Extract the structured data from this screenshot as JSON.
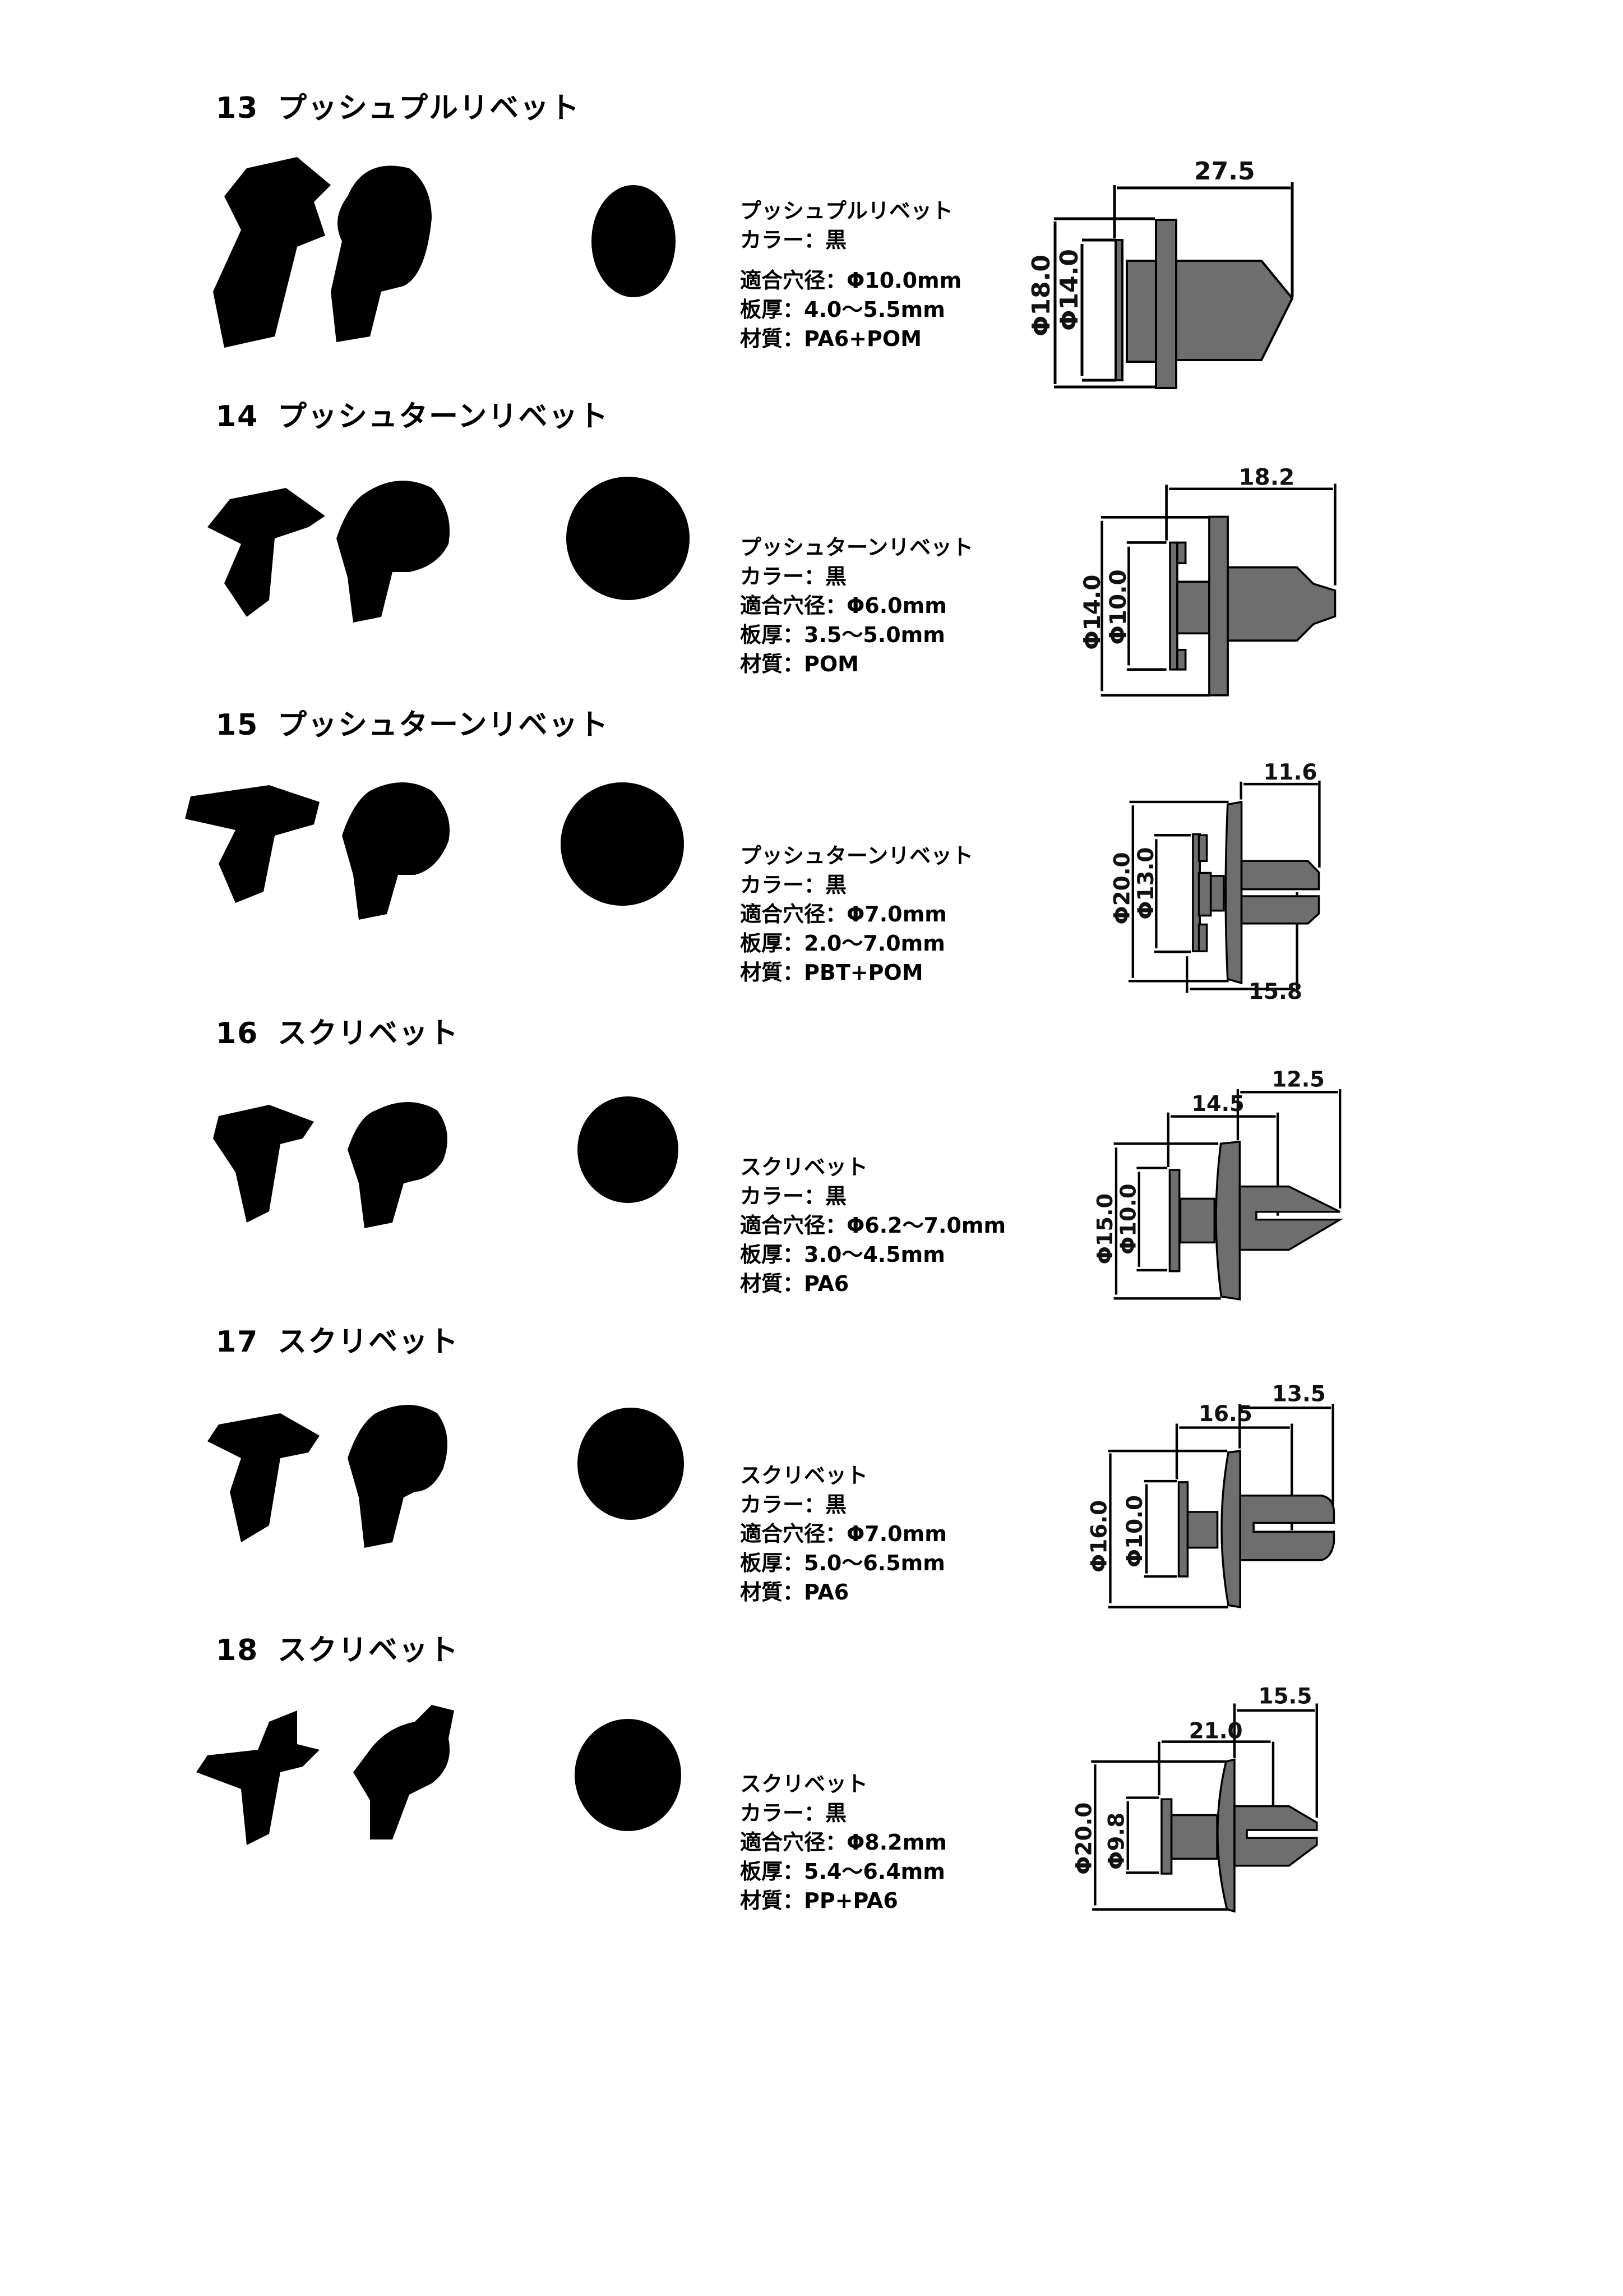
{
  "page": {
    "sections": [
      {
        "number": "13",
        "title": "プッシュプルリベット",
        "spec": {
          "name": "プッシュプルリベット",
          "color": "カラー：黒",
          "hole": "適合穴径：Φ10.0mm",
          "thickness": "板厚：4.0〜5.5mm",
          "material": "材質：PA6+POM"
        },
        "drawing": {
          "outer_dia": "Φ18.0",
          "inner_dia": "Φ14.0",
          "len_a": "27.5",
          "len_b": ""
        }
      },
      {
        "number": "14",
        "title": "プッシュターンリベット",
        "spec": {
          "name": "プッシュターンリベット",
          "color": "カラー：黒",
          "hole": "適合穴径：Φ6.0mm",
          "thickness": "板厚：3.5〜5.0mm",
          "material": "材質：POM"
        },
        "drawing": {
          "outer_dia": "Φ14.0",
          "inner_dia": "Φ10.0",
          "len_a": "18.2",
          "len_b": ""
        }
      },
      {
        "number": "15",
        "title": "プッシュターンリベット",
        "spec": {
          "name": "プッシュターンリベット",
          "color": "カラー：黒",
          "hole": "適合穴径：Φ7.0mm",
          "thickness": "板厚：2.0〜7.0mm",
          "material": "材質：PBT+POM"
        },
        "drawing": {
          "outer_dia": "Φ20.0",
          "inner_dia": "Φ13.0",
          "len_a": "11.6",
          "len_b": "15.8"
        }
      },
      {
        "number": "16",
        "title": "スクリベット",
        "spec": {
          "name": "スクリベット",
          "color": "カラー：黒",
          "hole": "適合穴径：Φ6.2〜7.0mm",
          "thickness": "板厚：3.0〜4.5mm",
          "material": "材質：PA6"
        },
        "drawing": {
          "outer_dia": "Φ15.0",
          "inner_dia": "Φ10.0",
          "len_a": "12.5",
          "len_b": "14.5"
        }
      },
      {
        "number": "17",
        "title": "スクリベット",
        "spec": {
          "name": "スクリベット",
          "color": "カラー：黒",
          "hole": "適合穴径：Φ7.0mm",
          "thickness": "板厚：5.0〜6.5mm",
          "material": "材質：PA6"
        },
        "drawing": {
          "outer_dia": "Φ16.0",
          "inner_dia": "Φ10.0",
          "len_a": "13.5",
          "len_b": "16.5"
        }
      },
      {
        "number": "18",
        "title": "スクリベット",
        "spec": {
          "name": "スクリベット",
          "color": "カラー：黒",
          "hole": "適合穴径：Φ8.2mm",
          "thickness": "板厚：5.4〜6.4mm",
          "material": "材質：PP+PA6"
        },
        "drawing": {
          "outer_dia": "Φ20.0",
          "inner_dia": "Φ9.8",
          "len_a": "15.5",
          "len_b": "21.0"
        }
      }
    ],
    "colors": {
      "ink": "#000000",
      "part_fill": "#6e6e6e",
      "paper": "#ffffff"
    }
  }
}
